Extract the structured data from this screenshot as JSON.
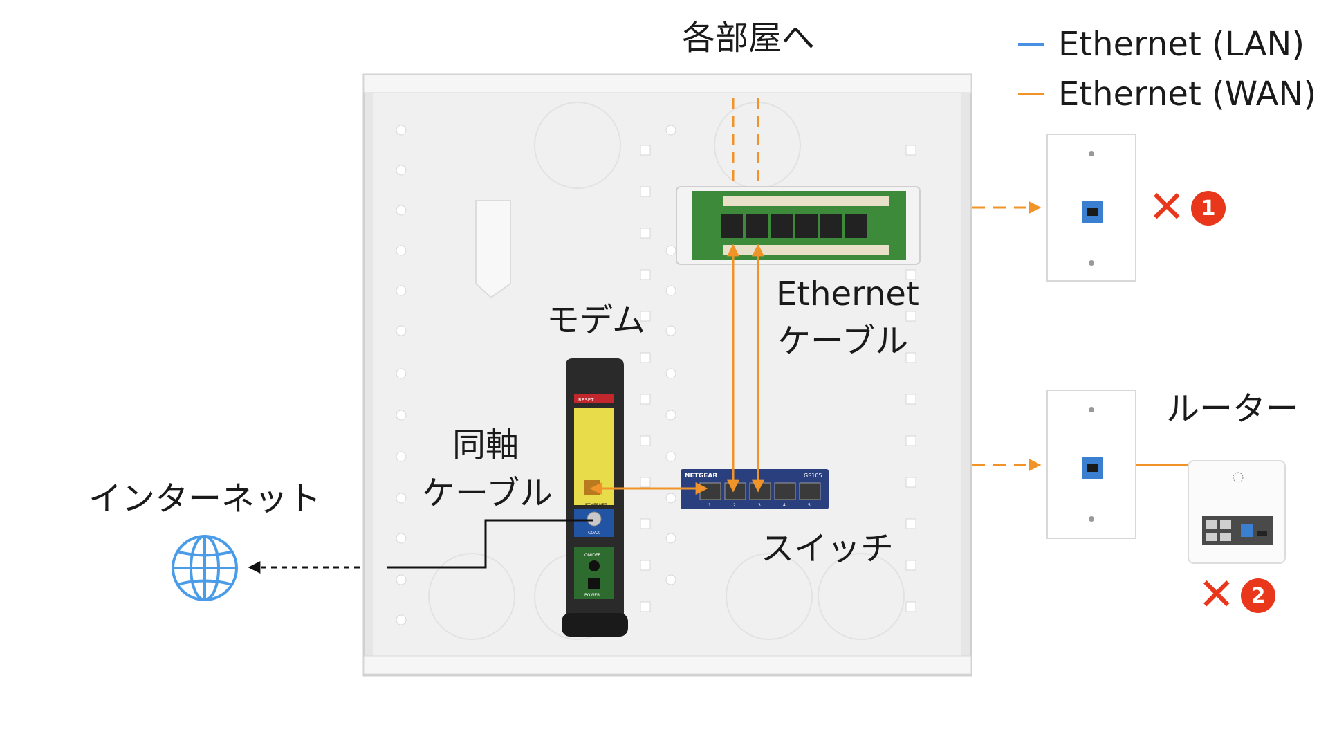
{
  "labels": {
    "rooms": "各部屋へ",
    "ethernet_cable_line1": "Ethernet",
    "ethernet_cable_line2": "ケーブル",
    "modem": "モデム",
    "coax_line1": "同軸",
    "coax_line2": "ケーブル",
    "internet": "インターネット",
    "switch": "スイッチ",
    "router": "ルーター"
  },
  "legend": [
    {
      "label": "Ethernet (LAN)",
      "color": "#4a90e2"
    },
    {
      "label": "Ethernet (WAN)",
      "color": "#f0942a"
    }
  ],
  "markers": [
    {
      "symbol": "✕",
      "number": "1"
    },
    {
      "symbol": "✕",
      "number": "2"
    }
  ],
  "device_text": {
    "switch_brand": "NETGEAR",
    "switch_model": "GS105",
    "switch_ports": [
      "1",
      "2",
      "3",
      "4",
      "5"
    ],
    "modem_reset": "RESET",
    "modem_ethernet": "ETHERNET",
    "modem_coax": "COAX",
    "modem_onoff": "ON/OFF",
    "modem_power": "POWER"
  },
  "colors": {
    "wan": "#f0942a",
    "lan": "#4a90e2",
    "globe": "#4a9be8",
    "error": "#e8371b",
    "panel": "#ececec"
  },
  "icons": [
    "globe-icon",
    "wall-jack-icon",
    "router-icon",
    "modem-icon",
    "switch-icon",
    "patch-panel-icon"
  ]
}
